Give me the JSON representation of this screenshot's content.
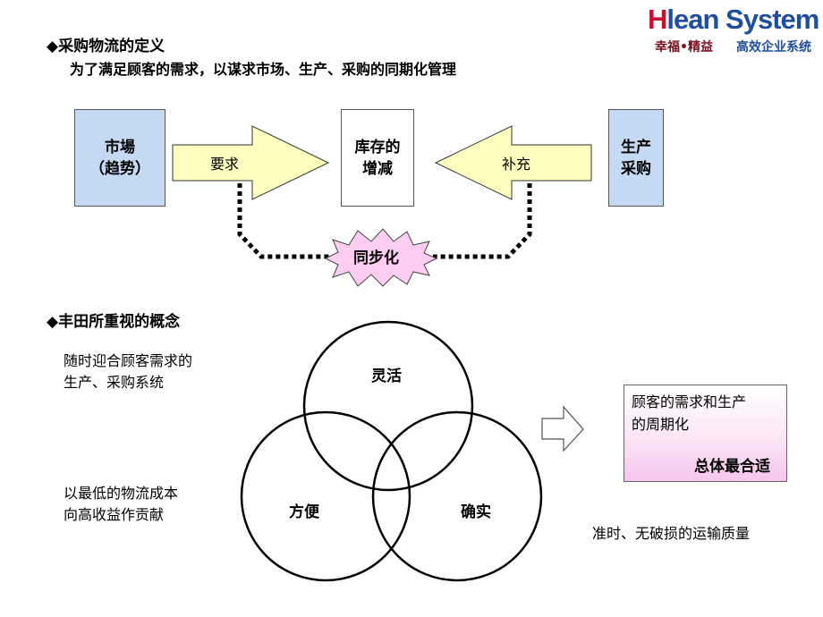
{
  "logo": {
    "brand_h": "H",
    "brand_rest": "lean System",
    "tagline_left": "幸福•精益",
    "tagline_right": "高效企业系统"
  },
  "section1": {
    "heading": "◆采购物流的定义",
    "subheading": "为了满足顾客的需求，以谋求市场、生产、采购的同期化管理",
    "market_box": "市場\n（趋势）",
    "inventory_box": "库存的\n增减",
    "production_box": "生产\n采购",
    "arrow_left_label": "要求",
    "arrow_right_label": "补充",
    "sync_label": "同步化"
  },
  "section2": {
    "heading": "◆丰田所重视的概念",
    "left_text_top": "随时迎合顾客需求的\n生产、采购系统",
    "left_text_bottom": "以最低的物流成本\n向高收益作贡献",
    "circle_top": "灵活",
    "circle_left": "方便",
    "circle_right": "确实",
    "result_text": "顾客的需求和生产\n的周期化",
    "result_bottom": "总体最合适",
    "bottom_right_text": "准时、无破损的运输质量"
  },
  "colors": {
    "blue_box": "#c5daf2",
    "arrow_fill": "#ffffc0",
    "burst_fill": "#ffccf2",
    "logo_red": "#c8102e",
    "logo_blue": "#1f4e9c"
  }
}
